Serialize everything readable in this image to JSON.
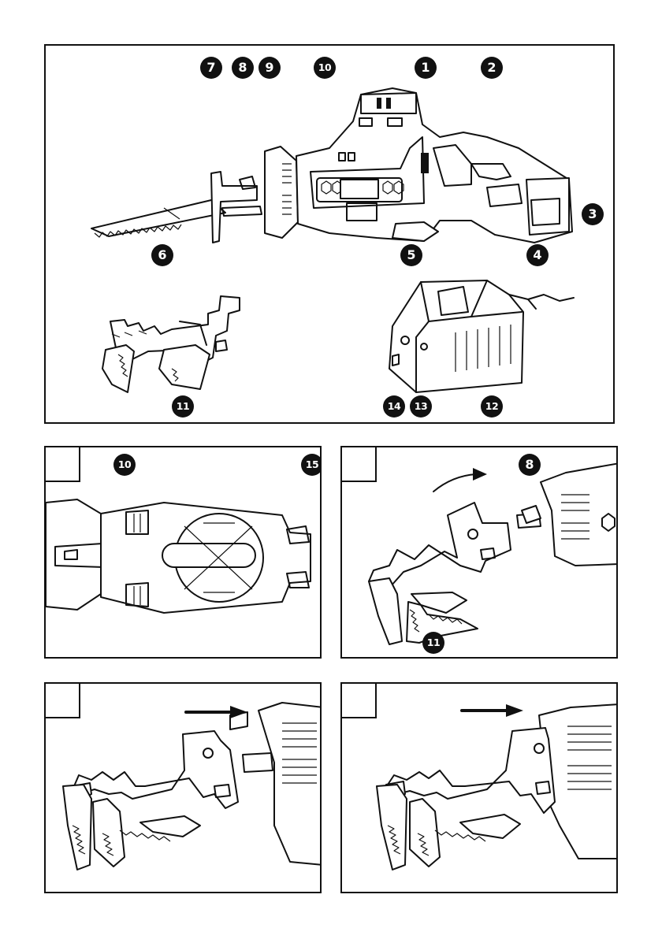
{
  "figure_main": {
    "callouts": {
      "c1": "1",
      "c2": "2",
      "c3": "3",
      "c4": "4",
      "c5": "5",
      "c6": "6",
      "c7": "7",
      "c8": "8",
      "c9": "9",
      "c10": "10",
      "c11": "11",
      "c12": "12",
      "c13": "13",
      "c14": "14"
    }
  },
  "figure_a": {
    "callouts": {
      "c10": "10",
      "c15": "15"
    }
  },
  "figure_b": {
    "callouts": {
      "c8": "8",
      "c11": "11"
    }
  },
  "figure_c": {},
  "figure_d": {},
  "icons": [
    "reciprocating-saw",
    "saw-blade",
    "battery-charger",
    "shoe-attachment",
    "direction-arrow"
  ]
}
